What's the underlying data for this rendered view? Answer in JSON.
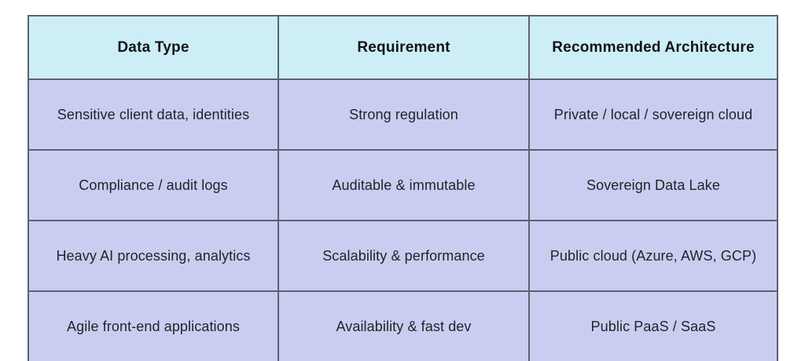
{
  "colors": {
    "header_bg": "#cdeef6",
    "row_bg": "#c9cef1",
    "border": "#5b616e",
    "header_text": "#131317",
    "body_text": "#232329",
    "page_bg": "#ffffff"
  },
  "chart_data": {
    "type": "table",
    "title": "",
    "columns": [
      "Data Type",
      "Requirement",
      "Recommended Architecture"
    ],
    "rows": [
      [
        "Sensitive client data, identities",
        "Strong regulation",
        "Private / local / sovereign cloud"
      ],
      [
        "Compliance / audit logs",
        "Auditable & immutable",
        "Sovereign Data Lake"
      ],
      [
        "Heavy AI processing, analytics",
        "Scalability & performance",
        "Public cloud (Azure, AWS, GCP)"
      ],
      [
        "Agile front-end applications",
        "Availability & fast dev",
        "Public PaaS / SaaS"
      ]
    ]
  }
}
